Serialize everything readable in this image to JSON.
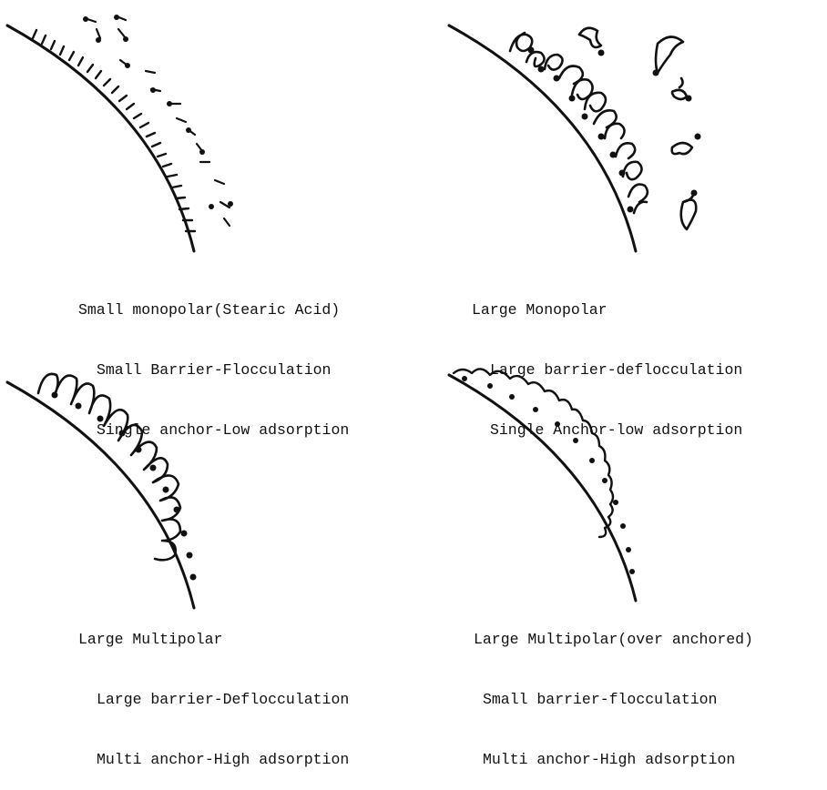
{
  "panels": [
    {
      "id": "small-monopolar",
      "line1": "Small monopolar(Stearic Acid)",
      "line2": "Small Barrier-Flocculation",
      "line3": "Single anchor-Low adsorption"
    },
    {
      "id": "large-monopolar",
      "line1": "Large Monopolar",
      "line2": "Large barrier-deflocculation",
      "line3": "Single Anchor-low adsorption"
    },
    {
      "id": "large-multipolar",
      "line1": "Large Multipolar",
      "line2": "Large barrier-Deflocculation",
      "line3": "Multi anchor-High adsorption"
    },
    {
      "id": "large-multipolar-over-anchored",
      "line1": "Large Multipolar(over anchored)",
      "line2": "Small barrier-flocculation",
      "line3": "Multi anchor-High adsorption"
    }
  ],
  "colors": {
    "ink": "#111111",
    "background": "#ffffff"
  }
}
